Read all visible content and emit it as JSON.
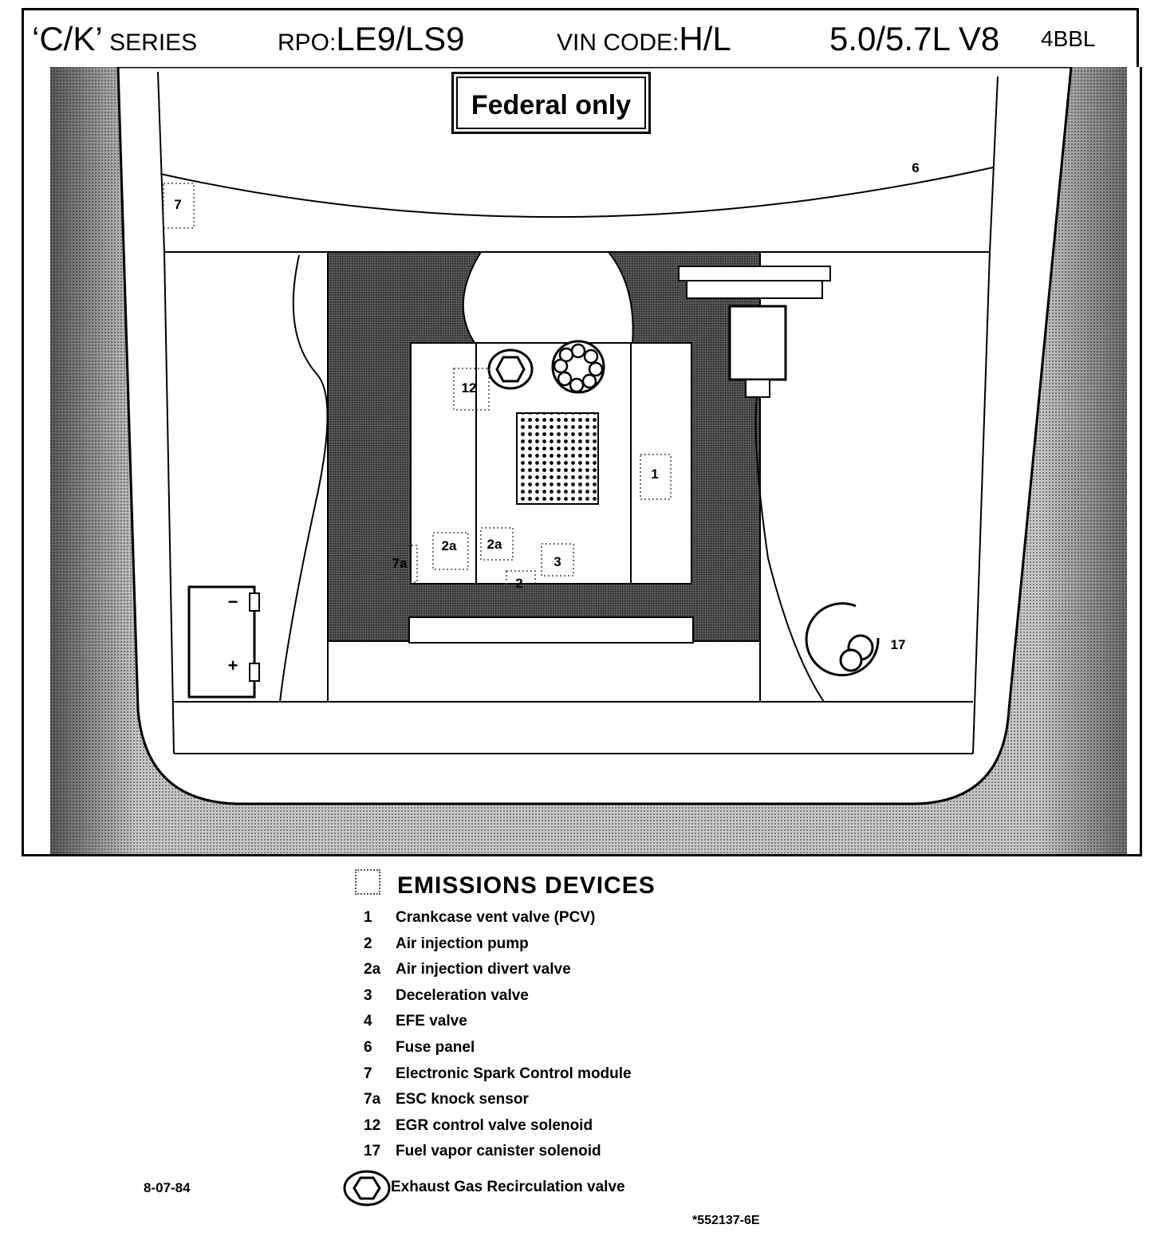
{
  "header": {
    "series_big": "‘C/K’",
    "series_small": "SERIES",
    "rpo_label": "RPO:",
    "rpo_value": "LE9/LS9",
    "vin_label": "VIN CODE:",
    "vin_value": "H/L",
    "engine": "5.0/5.7L V8",
    "carb": "4BBL"
  },
  "diagram": {
    "federal_note": "Federal only",
    "callouts": {
      "c1": "1",
      "c2": "2",
      "c2a_left": "2a",
      "c2a_right": "2a",
      "c3": "3",
      "c6": "6",
      "c7": "7",
      "c7a": "7a",
      "c12": "12",
      "c17": "17"
    },
    "battery_neg": "−",
    "battery_pos": "+"
  },
  "legend": {
    "title": "EMISSIONS DEVICES",
    "items": [
      {
        "num": "1",
        "label": "Crankcase vent valve (PCV)"
      },
      {
        "num": "2",
        "label": "Air injection pump"
      },
      {
        "num": "2a",
        "label": "Air injection divert valve"
      },
      {
        "num": "3",
        "label": "Deceleration valve"
      },
      {
        "num": "4",
        "label": "EFE  valve"
      },
      {
        "num": "6",
        "label": "Fuse panel"
      },
      {
        "num": "7",
        "label": "Electronic Spark Control module"
      },
      {
        "num": "7a",
        "label": "ESC knock sensor"
      },
      {
        "num": "12",
        "label": "EGR  control valve solenoid"
      },
      {
        "num": "17",
        "label": "Fuel vapor canister solenoid"
      }
    ],
    "egr_symbol_label": "Exhaust Gas Recirculation valve"
  },
  "footer": {
    "date_code": "8-07-84",
    "doc_code": "*552137-6E"
  }
}
